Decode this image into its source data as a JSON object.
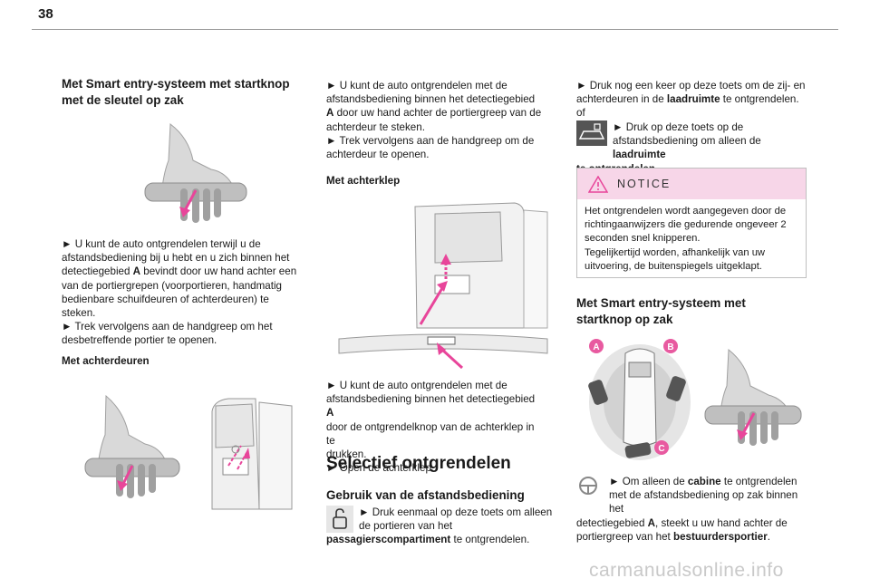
{
  "page_number": "38",
  "col1": {
    "heading_line1": "Met Smart entry-systeem met startknop",
    "heading_line2": "met de sleutel op zak",
    "para1": [
      "► U kunt de auto ontgrendelen terwijl u de",
      "afstandsbediening bij u hebt en u zich binnen het",
      "detectiegebied",
      "A",
      "bevindt door uw hand achter een",
      "van de portiergrepen (voorportieren, handmatig",
      "bedienbare schuifdeuren of achterdeuren) te",
      "steken.",
      "► Trek vervolgens aan de handgreep om het",
      "desbetreffende portier te openen."
    ],
    "subheading": "Met achterdeuren"
  },
  "col2": {
    "para1": [
      "► U kunt de auto ontgrendelen met de",
      "afstandsbediening binnen het detectiegebied",
      "A",
      "door uw hand achter de portiergreep van de",
      "achterdeur te steken.",
      "► Trek vervolgens aan de handgreep om de",
      "achterdeur te openen."
    ],
    "subheading": "Met achterklep",
    "para2": [
      "► U kunt de auto ontgrendelen met de",
      "afstandsbediening binnen het detectiegebied",
      "A",
      "door de ontgrendelknop van de achterklep in te",
      "drukken.",
      "► Open de achterklep."
    ],
    "section_title": "Selectief ontgrendelen",
    "section_subtitle": "Gebruik van de afstandsbediening",
    "para3": [
      "► Druk eenmaal op deze toets om alleen",
      "de portieren van het",
      "passagierscompartiment",
      "te ontgrendelen."
    ]
  },
  "col3": {
    "para1": [
      "► Druk nog een keer op deze toets om de zij- en",
      "achterdeuren in de",
      "laadruimte",
      "te ontgrendelen."
    ],
    "of": "of",
    "para2": [
      "► Druk op deze toets op de",
      "afstandsbediening om alleen de",
      "laadruimte",
      "te ontgrendelen",
      "."
    ],
    "notice_title": "NOTICE",
    "notice_lines": [
      "Het ontgrendelen wordt aangegeven door de",
      "richtingaanwijzers die gedurende ongeveer 2",
      "seconden snel knipperen.",
      "Tegelijkertijd worden, afhankelijk van uw",
      "uitvoering, de buitenspiegels uitgeklapt."
    ],
    "heading_line1": "Met Smart entry-systeem met",
    "heading_line2": "startknop op zak",
    "zone_labels": [
      "A",
      "B",
      "C"
    ],
    "para3": [
      "► Om alleen de",
      "cabine",
      "te ontgrendelen",
      "met de afstandsbediening op zak binnen het",
      "detectiegebied",
      "A",
      ", steekt u uw hand achter de",
      "portiergreep van het",
      "bestuurdersportier",
      "."
    ]
  },
  "watermark": "carmanualsonline.info",
  "colors": {
    "accent_pink": "#e8459a",
    "notice_bg": "#f7d6e8",
    "zone_pink": "#e85aa0"
  }
}
